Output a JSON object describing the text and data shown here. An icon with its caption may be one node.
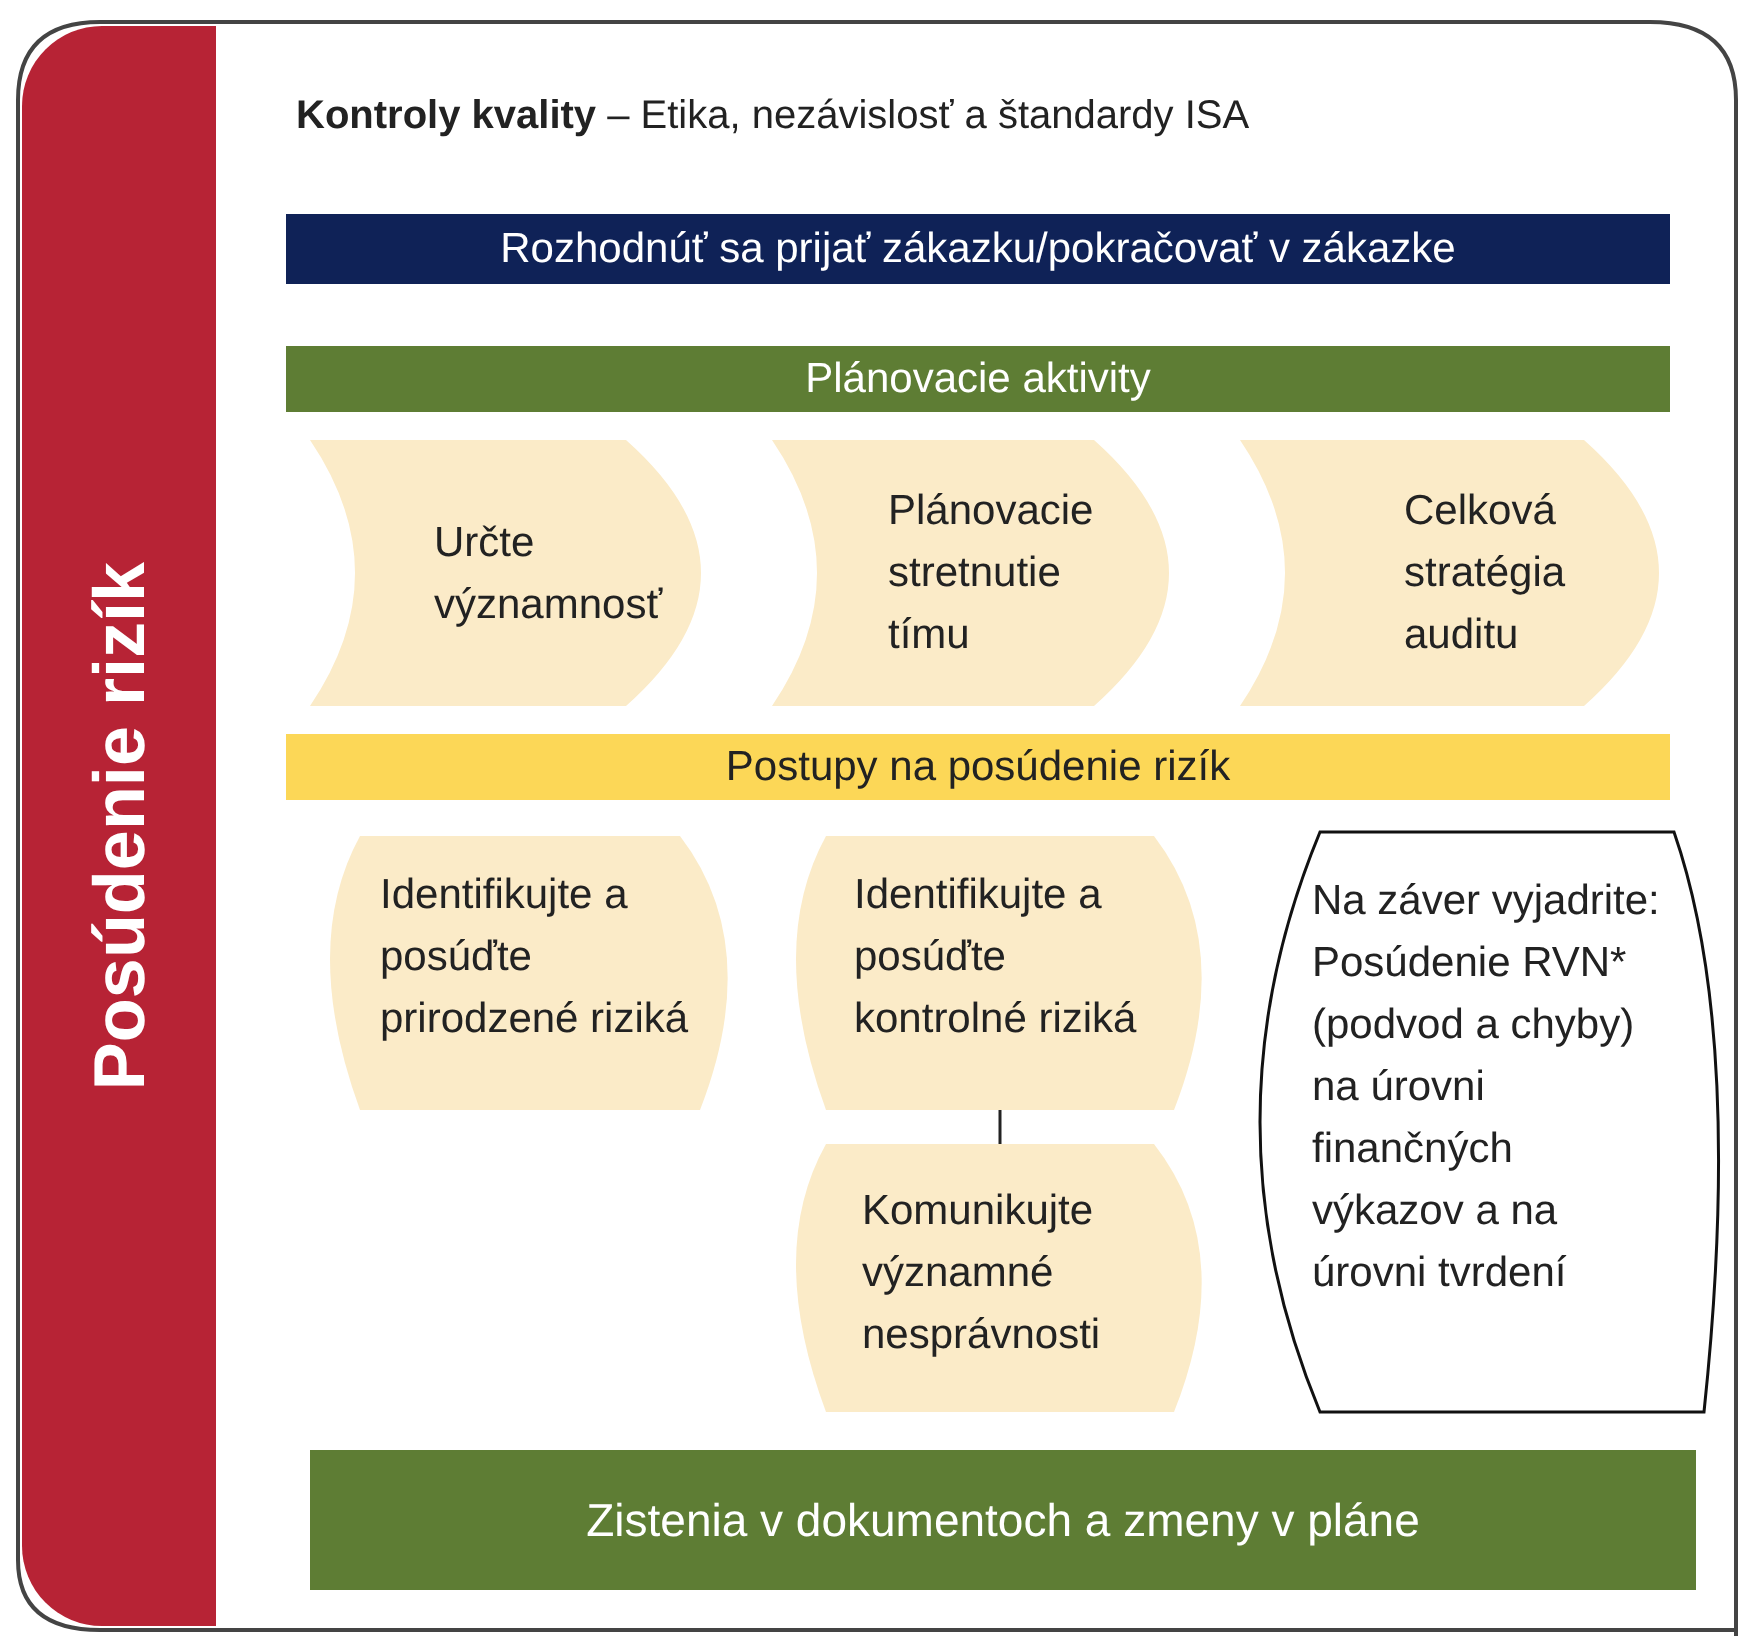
{
  "diagram": {
    "title": "**Kontroly kvality** – Etika, nezávislosť a štandardy ISA",
    "nodes": [
      {
        "text": [
          "Posúdenie rizík"
        ]
      },
      {
        "text": [
          "Rozhodnúť sa prijať zákazku/pokračovať v zákazke"
        ]
      },
      {
        "text": [
          "Plánovacie aktivity"
        ]
      },
      {
        "text": [
          "Určte významnosť"
        ]
      },
      {
        "text": [
          "Plánovacie stretnutie tímu"
        ]
      },
      {
        "text": [
          "Celková stratégia auditu"
        ]
      },
      {
        "text": [
          "Postupy na posúdenie rizík"
        ]
      },
      {
        "text": [
          "Identifikujte a posúďte prirodzené riziká"
        ]
      },
      {
        "text": [
          "Identifikujte a posúďte kontrolné riziká"
        ]
      },
      {
        "text": [
          "Na záver vyjadrite: Posúdenie RVN* (podvod a chyby) na úrovni finančných výkazov a na úrovni tvrdení"
        ]
      },
      {
        "text": [
          "Komunikujte významné nesprávnosti"
        ]
      },
      {
        "text": [
          "Zistenia v dokumentoch a zmeny v pláne"
        ]
      }
    ],
    "edges": [
      {
        "from": 8,
        "to": 10,
        "arrow": "none"
      }
    ]
  }
}
